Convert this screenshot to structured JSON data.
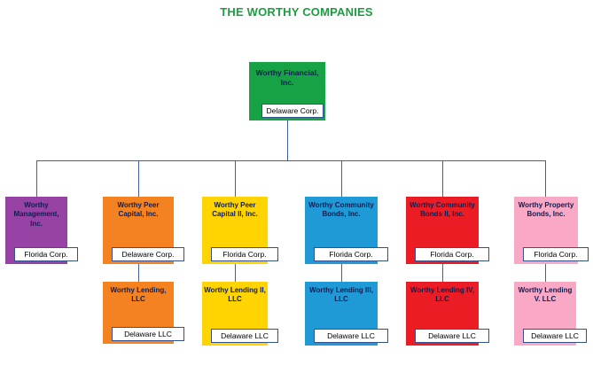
{
  "title": "THE WORTHY COMPANIES",
  "colors": {
    "title": "#1a9e3f",
    "line": "#3f5fa0",
    "label_background": "#ffffff",
    "label_border": "#33518f",
    "node_text": "#0e1c50"
  },
  "root": {
    "name": "Worthy Financial, Inc.",
    "jurisdiction": "Delaware Corp.",
    "color": "#17a345"
  },
  "subsidiaries": [
    {
      "name": "Worthy Management, Inc.",
      "jurisdiction": "Florida Corp.",
      "color": "#9643a5"
    },
    {
      "name": "Worthy Peer Capital, Inc.",
      "jurisdiction": "Delaware Corp.",
      "color": "#f58220",
      "child": {
        "name": "Worthy Lending, LLC",
        "jurisdiction": "Delaware LLC"
      }
    },
    {
      "name": "Worthy Peer Capital II, Inc.",
      "jurisdiction": "Florida Corp.",
      "color": "#ffd400",
      "child": {
        "name": "Worthy Lending II, LLC",
        "jurisdiction": "Delaware LLC"
      }
    },
    {
      "name": "Worthy Community Bonds, Inc.",
      "jurisdiction": "Florida Corp.",
      "color": "#1f9ad6",
      "child": {
        "name": "Worthy Lending III, LLC",
        "jurisdiction": "Delaware LLC"
      }
    },
    {
      "name": "Worthy Community Bonds II, Inc.",
      "jurisdiction": "Florida Corp.",
      "color": "#ec1c24",
      "child": {
        "name": "Worthy Lending IV, LLC",
        "jurisdiction": "Delaware LLC"
      }
    },
    {
      "name": "Worthy Property Bonds, Inc.",
      "jurisdiction": "Florida Corp.",
      "color": "#f9a8c6",
      "child": {
        "name": "Worthy Lending V. LLC",
        "jurisdiction": "Delaware LLC"
      }
    }
  ]
}
